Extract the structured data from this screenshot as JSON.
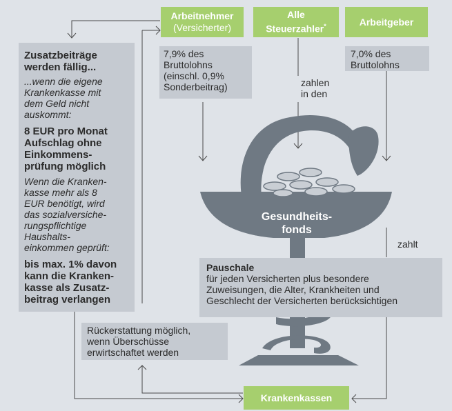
{
  "top": {
    "arbeitnehmer_title": "Arbeitnehmer",
    "arbeitnehmer_sub": "(Versicherter)",
    "steuer_line1": "Alle",
    "steuer_line2": "Steuerzahler",
    "steuer_star": "*",
    "arbeitgeber": "Arbeitgeber"
  },
  "contrib": {
    "an_lines": [
      "7,9% des",
      "Bruttolohns",
      "(einschl. 0,9%",
      "Sonderbeitrag)"
    ],
    "ag_lines": [
      "7,0% des",
      "Bruttolohns"
    ],
    "zahlen_lines": [
      "zahlen",
      "in den"
    ]
  },
  "fonds": {
    "line1": "Gesundheits-",
    "line2": "fonds",
    "zahlt": "zahlt"
  },
  "pauschale": {
    "title": "Pauschale",
    "lines": [
      "für jeden Versicherten plus besondere",
      "Zuweisungen, die Alter, Krankheiten und",
      "Geschlecht der Versicherten berücksichtigen"
    ]
  },
  "zusatz": {
    "heading_lines": [
      "Zusatzbeiträge",
      "werden fällig..."
    ],
    "intro_lines": [
      "...wenn die eigene",
      "Krankenkasse mit",
      "dem Geld nicht",
      "auskommt:"
    ],
    "eight_lines": [
      "8 EUR pro Monat",
      "Aufschlag ohne",
      "Einkommens-",
      "prüfung möglich"
    ],
    "more_lines": [
      "Wenn die Kranken-",
      "kasse mehr als 8",
      "EUR benötigt, wird",
      "das sozialversiche-",
      "rungspflichtige",
      "Haushalts-",
      "einkommen geprüft:"
    ],
    "max_lines": [
      "bis max. 1% davon",
      "kann die Kranken-",
      "kasse als Zusatz-",
      "beitrag verlangen"
    ]
  },
  "rueck": {
    "lines": [
      "Rückerstattung möglich,",
      "wenn Überschüsse",
      "erwirtschaftet werden"
    ]
  },
  "krankenkassen": "Krankenkassen",
  "colors": {
    "green": "#a6cf6e",
    "gray_box": "#c5cad1",
    "bg": "#dfe3e8",
    "snake": "#6f7983"
  }
}
